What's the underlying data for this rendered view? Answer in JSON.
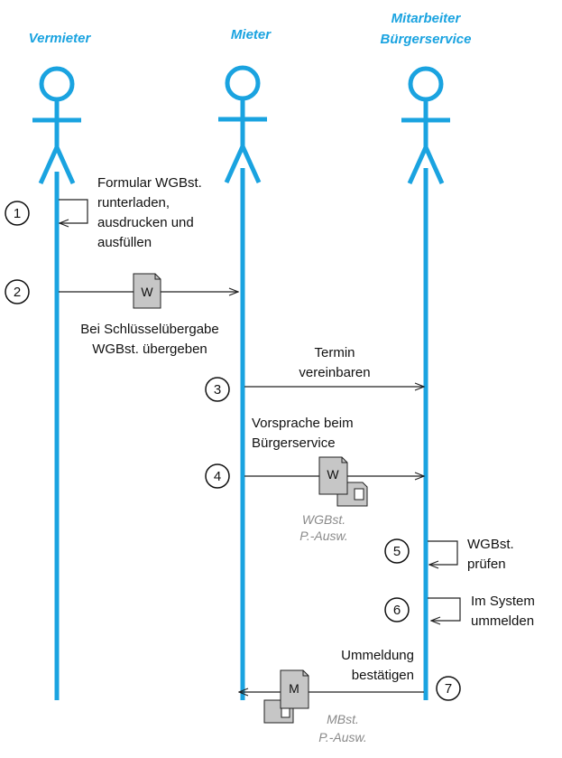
{
  "colors": {
    "actor": "#1aa3e0",
    "lifeline": "#1aa3e0",
    "document": "#c6c6c6",
    "arrow": "#222222",
    "caption": "#8a8a8a"
  },
  "actors": [
    {
      "name": "Vermieter",
      "icon": "stick-figure-icon"
    },
    {
      "name": "Mieter",
      "icon": "stick-figure-icon"
    },
    {
      "name_line1": "Mitarbeiter",
      "name_line2": "Bürgerservice",
      "icon": "stick-figure-icon"
    }
  ],
  "steps": [
    {
      "number": "1",
      "lines": [
        "Formular WGBst.",
        "runterladen,",
        "ausdrucken und",
        "ausfüllen"
      ]
    },
    {
      "number": "2",
      "lines": [
        "Bei Schlüsselübergabe",
        "WGBst. übergeben"
      ],
      "document_letter": "W"
    },
    {
      "number": "3",
      "lines": [
        "Termin",
        "vereinbaren"
      ]
    },
    {
      "number": "4",
      "lines": [
        "Vorsprache beim",
        "Bürgerservice"
      ],
      "document_letter": "W",
      "caption": [
        "WGBst.",
        "P.-Ausw."
      ]
    },
    {
      "number": "5",
      "lines": [
        "WGBst.",
        "prüfen"
      ]
    },
    {
      "number": "6",
      "lines": [
        "Im System",
        "ummelden"
      ]
    },
    {
      "number": "7",
      "lines": [
        "Ummeldung",
        "bestätigen"
      ],
      "document_letter": "M",
      "caption": [
        "MBst.",
        "P.-Ausw."
      ]
    }
  ]
}
